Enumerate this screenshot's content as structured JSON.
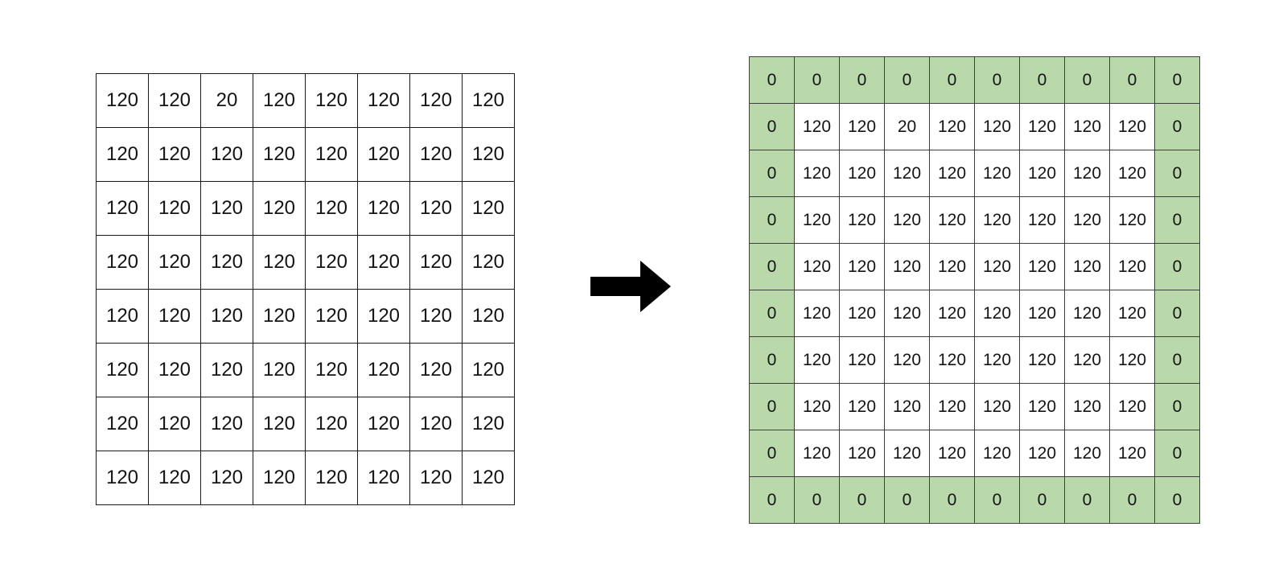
{
  "figure": {
    "background_color": "#ffffff",
    "arrow": {
      "name": "right-arrow",
      "direction": "right",
      "color": "#000000"
    },
    "colors": {
      "padding_fill": "#b9d9ab",
      "core_fill": "#ffffff",
      "grid_line": "#1a1a1a",
      "padded_grid_line": "#3f3f3f",
      "text": "#141414"
    }
  },
  "chart_data": {
    "type": "table",
    "title": "",
    "xlabel": "",
    "ylabel": "",
    "grid": true,
    "legend": "none",
    "panels": [
      {
        "name": "input-matrix",
        "rows": 8,
        "cols": 8,
        "values": [
          [
            "120",
            "120",
            "20",
            "120",
            "120",
            "120",
            "120",
            "120"
          ],
          [
            "120",
            "120",
            "120",
            "120",
            "120",
            "120",
            "120",
            "120"
          ],
          [
            "120",
            "120",
            "120",
            "120",
            "120",
            "120",
            "120",
            "120"
          ],
          [
            "120",
            "120",
            "120",
            "120",
            "120",
            "120",
            "120",
            "120"
          ],
          [
            "120",
            "120",
            "120",
            "120",
            "120",
            "120",
            "120",
            "120"
          ],
          [
            "120",
            "120",
            "120",
            "120",
            "120",
            "120",
            "120",
            "120"
          ],
          [
            "120",
            "120",
            "120",
            "120",
            "120",
            "120",
            "120",
            "120"
          ],
          [
            "120",
            "120",
            "120",
            "120",
            "120",
            "120",
            "120",
            "120"
          ]
        ]
      },
      {
        "name": "zero-padded-matrix",
        "rows": 10,
        "cols": 10,
        "values": [
          [
            "0",
            "0",
            "0",
            "0",
            "0",
            "0",
            "0",
            "0",
            "0",
            "0"
          ],
          [
            "0",
            "120",
            "120",
            "20",
            "120",
            "120",
            "120",
            "120",
            "120",
            "0"
          ],
          [
            "0",
            "120",
            "120",
            "120",
            "120",
            "120",
            "120",
            "120",
            "120",
            "0"
          ],
          [
            "0",
            "120",
            "120",
            "120",
            "120",
            "120",
            "120",
            "120",
            "120",
            "0"
          ],
          [
            "0",
            "120",
            "120",
            "120",
            "120",
            "120",
            "120",
            "120",
            "120",
            "0"
          ],
          [
            "0",
            "120",
            "120",
            "120",
            "120",
            "120",
            "120",
            "120",
            "120",
            "0"
          ],
          [
            "0",
            "120",
            "120",
            "120",
            "120",
            "120",
            "120",
            "120",
            "120",
            "0"
          ],
          [
            "0",
            "120",
            "120",
            "120",
            "120",
            "120",
            "120",
            "120",
            "120",
            "0"
          ],
          [
            "0",
            "120",
            "120",
            "120",
            "120",
            "120",
            "120",
            "120",
            "120",
            "0"
          ],
          [
            "0",
            "0",
            "0",
            "0",
            "0",
            "0",
            "0",
            "0",
            "0",
            "0"
          ]
        ],
        "padding_border_width": 1
      }
    ]
  }
}
